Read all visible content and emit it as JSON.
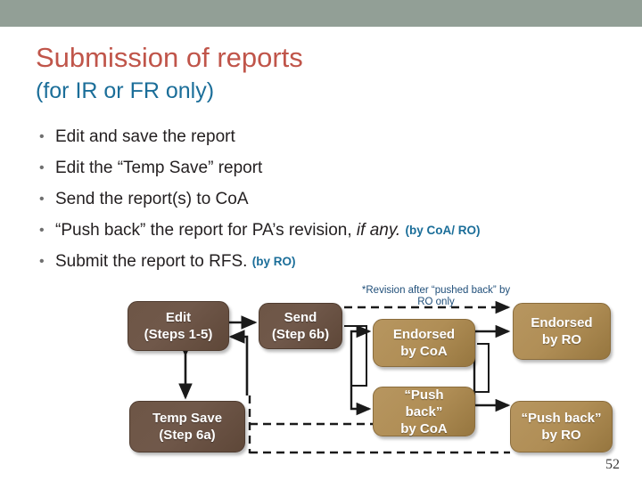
{
  "slide": {
    "title": "Submission of reports",
    "subtitle": "(for IR or FR only)",
    "page_number": "52",
    "header_color": "#929f96",
    "title_color": "#c0554a",
    "subtitle_color": "#1b6e99"
  },
  "bullets": [
    {
      "marker": "•",
      "text": "Edit and save the report",
      "emphasis": "",
      "note": ""
    },
    {
      "marker": "•",
      "text": "Edit the “Temp Save” report",
      "emphasis": "",
      "note": ""
    },
    {
      "marker": "•",
      "text": "Send the report(s) to CoA",
      "emphasis": "",
      "note": ""
    },
    {
      "marker": "•",
      "text": "“Push back” the report for PA’s revision,",
      "emphasis": "if any.",
      "note": "(by CoA/ RO)"
    },
    {
      "marker": "•",
      "text": "Submit the report to RFS.",
      "emphasis": "",
      "note": "(by RO)"
    }
  ],
  "diagram": {
    "annotation": "*Revision after “pushed back” by RO only",
    "colors": {
      "dark_node": "#6e5646",
      "light_node": "#b08e56",
      "wire": "#1a1a1a"
    },
    "nodes": [
      {
        "id": "edit",
        "line1": "Edit",
        "line2": "(Steps 1-5)",
        "style": "dark"
      },
      {
        "id": "temp-save",
        "line1": "Temp Save",
        "line2": "(Step 6a)",
        "style": "dark"
      },
      {
        "id": "send",
        "line1": "Send",
        "line2": "(Step 6b)",
        "style": "dark"
      },
      {
        "id": "endorsed-coa",
        "line1": "Endorsed",
        "line2": "by CoA",
        "style": "light"
      },
      {
        "id": "pushback-coa",
        "line1": "“Push",
        "line2": "back”",
        "line3": "by CoA",
        "style": "light"
      },
      {
        "id": "endorsed-ro",
        "line1": "Endorsed",
        "line2": "by RO",
        "style": "light"
      },
      {
        "id": "pushback-ro",
        "line1": "“Push back”",
        "line2": "by RO",
        "style": "light"
      }
    ]
  }
}
